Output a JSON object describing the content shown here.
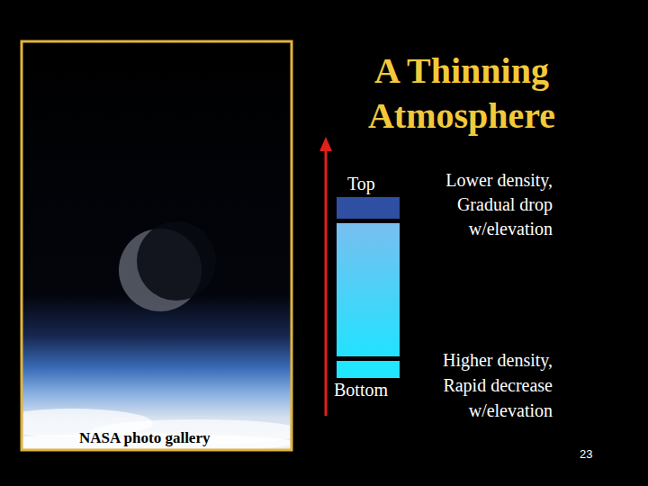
{
  "diagram": {
    "title": "A Thinning Atmosphere",
    "labels": [
      "Top",
      "Lower density, Gradual drop w/elevation",
      "Higher density, Rapid decrease w/elevation",
      "Bottom",
      "NASA photo gallery",
      "23"
    ]
  }
}
